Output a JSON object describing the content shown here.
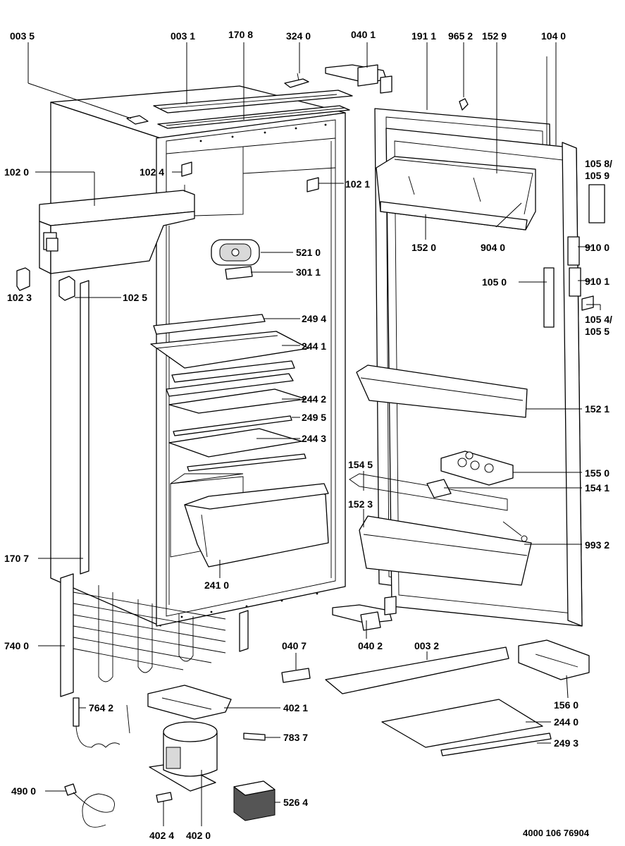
{
  "labels": [
    {
      "key": "l0035",
      "text": "003 5"
    },
    {
      "key": "l0031",
      "text": "003 1"
    },
    {
      "key": "l1708",
      "text": "170 8"
    },
    {
      "key": "l3240",
      "text": "324 0"
    },
    {
      "key": "l0401",
      "text": "040 1"
    },
    {
      "key": "l1911",
      "text": "191 1"
    },
    {
      "key": "l9652",
      "text": "965 2"
    },
    {
      "key": "l1529",
      "text": "152 9"
    },
    {
      "key": "l1040",
      "text": "104 0"
    },
    {
      "key": "l1020",
      "text": "102 0"
    },
    {
      "key": "l1024",
      "text": "102 4"
    },
    {
      "key": "l1021",
      "text": "102 1"
    },
    {
      "key": "l1058",
      "text": "105 8/"
    },
    {
      "key": "l1059",
      "text": "105 9"
    },
    {
      "key": "l5210",
      "text": "521 0"
    },
    {
      "key": "l1520",
      "text": "152 0"
    },
    {
      "key": "l9040",
      "text": "904 0"
    },
    {
      "key": "l9100",
      "text": "910 0"
    },
    {
      "key": "l3011",
      "text": "301 1"
    },
    {
      "key": "l1023",
      "text": "102 3"
    },
    {
      "key": "l1025",
      "text": "102 5"
    },
    {
      "key": "l1050",
      "text": "105 0"
    },
    {
      "key": "l9101",
      "text": "910 1"
    },
    {
      "key": "l1054",
      "text": "105 4/"
    },
    {
      "key": "l1055",
      "text": "105 5"
    },
    {
      "key": "l2494",
      "text": "249 4"
    },
    {
      "key": "l2441",
      "text": "244 1"
    },
    {
      "key": "l2442",
      "text": "244 2"
    },
    {
      "key": "l2495",
      "text": "249 5"
    },
    {
      "key": "l1521",
      "text": "152 1"
    },
    {
      "key": "l2443",
      "text": "244 3"
    },
    {
      "key": "l1545",
      "text": "154 5"
    },
    {
      "key": "l1550",
      "text": "155 0"
    },
    {
      "key": "l1541",
      "text": "154 1"
    },
    {
      "key": "l1523",
      "text": "152 3"
    },
    {
      "key": "l9932",
      "text": "993 2"
    },
    {
      "key": "l1707",
      "text": "170 7"
    },
    {
      "key": "l2410",
      "text": "241 0"
    },
    {
      "key": "l7400",
      "text": "740 0"
    },
    {
      "key": "l0407",
      "text": "040 7"
    },
    {
      "key": "l0402",
      "text": "040 2"
    },
    {
      "key": "l0032",
      "text": "003 2"
    },
    {
      "key": "l1560",
      "text": "156 0"
    },
    {
      "key": "l7642",
      "text": "764 2"
    },
    {
      "key": "l4021",
      "text": "402 1"
    },
    {
      "key": "l2440",
      "text": "244 0"
    },
    {
      "key": "l7837",
      "text": "783 7"
    },
    {
      "key": "l2493",
      "text": "249 3"
    },
    {
      "key": "l4900",
      "text": "490 0"
    },
    {
      "key": "l5264",
      "text": "526 4"
    },
    {
      "key": "l4024",
      "text": "402 4"
    },
    {
      "key": "l4020",
      "text": "402 0"
    },
    {
      "key": "docnum",
      "text": "4000 106 76904"
    }
  ]
}
